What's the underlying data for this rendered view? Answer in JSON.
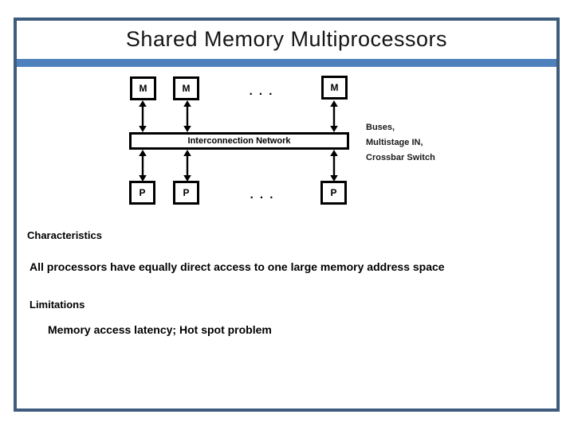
{
  "slide": {
    "title": "Shared Memory Multiprocessors",
    "diagram": {
      "memory_units": [
        "M",
        "M",
        "M"
      ],
      "processor_units": [
        "P",
        "P",
        "P"
      ],
      "ellipsis_top": ". . .",
      "ellipsis_bottom": ". . .",
      "network_label": "Interconnection Network",
      "side_note_lines": [
        "Buses,",
        "Multistage IN,",
        "Crossbar Switch"
      ]
    },
    "body": {
      "characteristics_heading": "Characteristics",
      "characteristics_text": "All processors have equally direct access to one large memory address space",
      "limitations_heading": "Limitations",
      "limitations_text": "Memory access latency; Hot spot problem"
    },
    "colors": {
      "frame_border": "#3e5c7c",
      "accent_bar": "#4f81bd"
    }
  }
}
